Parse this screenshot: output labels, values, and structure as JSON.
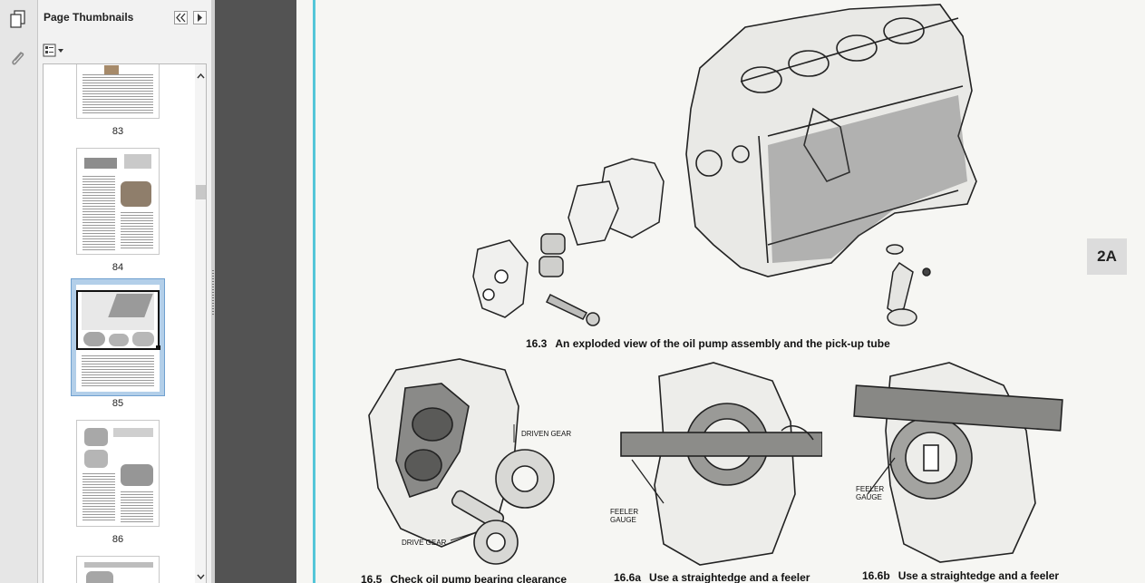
{
  "sidebar": {
    "title": "Page Thumbnails",
    "thumbnails": [
      {
        "page": "83"
      },
      {
        "page": "84"
      },
      {
        "page": "85",
        "selected": true
      },
      {
        "page": "86"
      }
    ]
  },
  "document": {
    "section_tab": "2A",
    "figures": [
      {
        "number": "16.3",
        "caption": "An exploded view of the oil pump assembly and the pick-up tube"
      },
      {
        "number": "16.5",
        "caption": "Check oil pump bearing clearance"
      },
      {
        "number": "16.6a",
        "caption": "Use a straightedge and a feeler"
      },
      {
        "number": "16.6b",
        "caption": "Use a straightedge and a feeler"
      }
    ],
    "labels": {
      "driven_gear": "DRIVEN GEAR",
      "drive_gear": "DRIVE GEAR",
      "feeler_gauge_a_line1": "FEELER",
      "feeler_gauge_a_line2": "GAUGE",
      "feeler_gauge_b_line1": "FEELER",
      "feeler_gauge_b_line2": "GAUGE"
    }
  }
}
